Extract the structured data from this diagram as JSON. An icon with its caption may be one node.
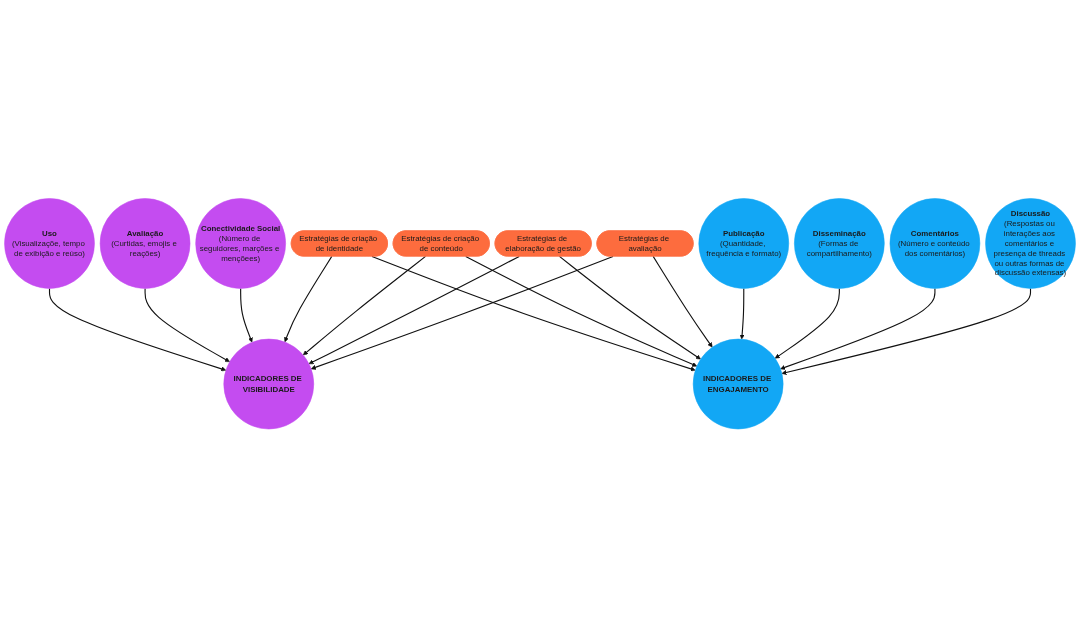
{
  "diagram": {
    "nodes": [
      {
        "text": [
          "Uso",
          "(Visualizaçõe, tempo de exibição e reúso)"
        ]
      },
      {
        "text": [
          "Publicação",
          "(Quantidade, frequência e formato)"
        ]
      },
      {
        "text": [
          "Estratégias de criação de identidade"
        ]
      },
      {
        "text": [
          "Disseminação",
          "(Formas de compartilhamento)"
        ]
      },
      {
        "text": [
          "Avaliação",
          "(Curtidas, emojis e reações)"
        ]
      },
      {
        "text": [
          "INDICADORES DE VISIBILIDADE"
        ]
      },
      {
        "text": [
          "Estratégias de criação de conteúdo"
        ]
      },
      {
        "text": [
          "INDICADORES DE ENGAJAMENTO"
        ]
      },
      {
        "text": [
          "Comentários",
          "(Número e conteúdo dos comentários)"
        ]
      },
      {
        "text": [
          "Estratégias de elaboração de gestão"
        ]
      },
      {
        "text": [
          "Estratégias de avaliação"
        ]
      },
      {
        "text": [
          "Conectividade Social",
          "(Número de seguidores, marções e mençõees)"
        ]
      },
      {
        "text": [
          "Discussão",
          "(Respostas ou interações aos comentários e presença de threads ou outras formas de discussão extensas)"
        ]
      }
    ],
    "edges": [
      {
        "from": 0,
        "to": 5,
        "arrow": "to"
      },
      {
        "from": 4,
        "to": 5,
        "arrow": "to"
      },
      {
        "from": 11,
        "to": 5,
        "arrow": "to"
      },
      {
        "from": 2,
        "to": 5,
        "arrow": "to"
      },
      {
        "from": 6,
        "to": 5,
        "arrow": "to"
      },
      {
        "from": 9,
        "to": 5,
        "arrow": "to"
      },
      {
        "from": 10,
        "to": 5,
        "arrow": "to"
      },
      {
        "from": 2,
        "to": 7,
        "arrow": "to"
      },
      {
        "from": 6,
        "to": 7,
        "arrow": "to"
      },
      {
        "from": 9,
        "to": 7,
        "arrow": "to"
      },
      {
        "from": 10,
        "to": 7,
        "arrow": "to"
      },
      {
        "from": 1,
        "to": 7,
        "arrow": "to"
      },
      {
        "from": 3,
        "to": 7,
        "arrow": "to"
      },
      {
        "from": 8,
        "to": 7,
        "arrow": "to"
      },
      {
        "from": 12,
        "to": 7,
        "arrow": "to"
      }
    ]
  }
}
